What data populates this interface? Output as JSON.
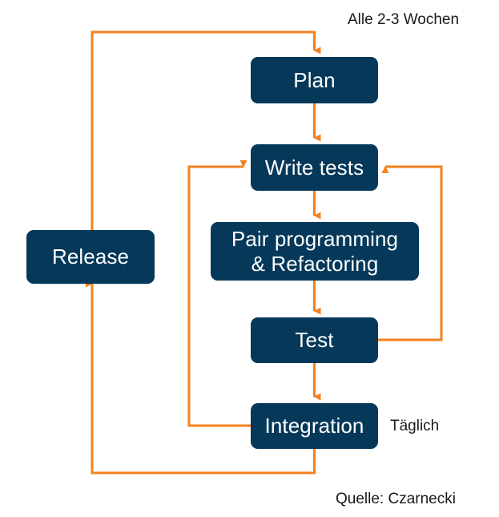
{
  "diagram": {
    "type": "flowchart",
    "title_visible": false,
    "colors": {
      "node_fill": "#053859",
      "node_text": "#ffffff",
      "arrow": "#F5801F",
      "caption_text": "#1a1a1a",
      "background": "#ffffff"
    },
    "nodes": [
      {
        "id": "plan",
        "label": "Plan"
      },
      {
        "id": "write-tests",
        "label": "Write tests"
      },
      {
        "id": "pair-programming",
        "label": "Pair programming\n& Refactoring"
      },
      {
        "id": "test",
        "label": "Test"
      },
      {
        "id": "integration",
        "label": "Integration"
      },
      {
        "id": "release",
        "label": "Release"
      }
    ],
    "captions": [
      {
        "id": "cycle-length",
        "text": "Alle 2-3 Wochen"
      },
      {
        "id": "daily",
        "text": "Täglich"
      },
      {
        "id": "source",
        "text": "Quelle: Czarnecki"
      }
    ],
    "edges": [
      {
        "from": "plan",
        "to": "write-tests",
        "kind": "down"
      },
      {
        "from": "write-tests",
        "to": "pair-programming",
        "kind": "down"
      },
      {
        "from": "pair-programming",
        "to": "test",
        "kind": "down"
      },
      {
        "from": "test",
        "to": "integration",
        "kind": "down"
      },
      {
        "from": "test",
        "to": "write-tests",
        "kind": "right-loop"
      },
      {
        "from": "integration",
        "to": "write-tests",
        "kind": "left-loop"
      },
      {
        "from": "integration",
        "to": "release",
        "kind": "bottom-left-loop"
      },
      {
        "from": "release",
        "to": "plan",
        "kind": "top-left-loop"
      }
    ]
  }
}
